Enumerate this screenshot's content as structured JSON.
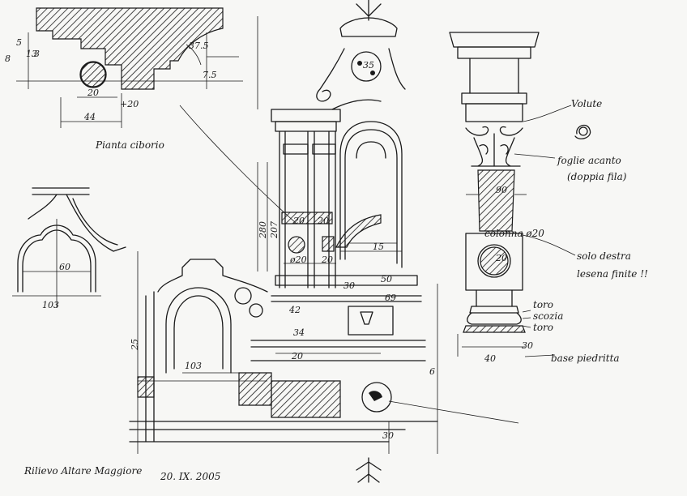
{
  "drawing": {
    "captions": {
      "plan_title": "Pianta ciborio",
      "signature": "Rilievo Altare Maggiore",
      "date": "20. IX. 2005"
    },
    "annotations": {
      "volute": "Volute",
      "foglie_line1": "foglie acanto",
      "foglie_line2": "(doppia fila)",
      "colonna": "colonna ø20",
      "solo_line1": "solo destra",
      "solo_line2": "lesena finite !!",
      "toro_top": "toro",
      "scozia": "scozia",
      "toro_bottom": "toro",
      "base": "base piedritta"
    },
    "dimensions": {
      "plan_5": "5",
      "plan_13": "13",
      "plan_3": "3",
      "plan_8": "8",
      "plan_20": "20",
      "plan_plus20": "+20",
      "plan_44": "44",
      "plan_375": "37.5",
      "plan_75": "7.5",
      "niche_60": "60",
      "niche_103": "103",
      "top_35": "35",
      "col_20a": "20",
      "col_20b": "20",
      "col_20c": "ø20",
      "col_20d": "20",
      "right_15": "15",
      "h_280": "280",
      "h_207": "207",
      "h_30": "30",
      "h_50": "50",
      "h_42": "42",
      "h_34": "34",
      "h_20": "20",
      "h_69": "69",
      "w_103": "103",
      "left_25": "25",
      "bottom_30": "30",
      "right_6": "6",
      "ped_90": "90",
      "ped_20": "20",
      "ped_30": "30",
      "ped_40": "40"
    }
  }
}
